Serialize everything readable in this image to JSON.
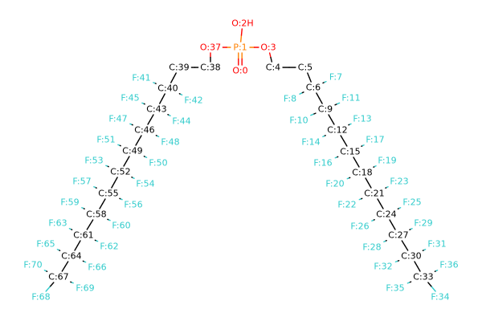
{
  "colors": {
    "carbon": "#000000",
    "fluorine": "#33CCCC",
    "oxygen": "#FF0000",
    "phosphorus": "#FF8000",
    "background": "#FFFFFF"
  },
  "atoms": [
    {
      "id": "P1",
      "label": "P:1",
      "element": "P"
    },
    {
      "id": "O0",
      "label": "O:0",
      "element": "O"
    },
    {
      "id": "O2",
      "label": "O:2H",
      "element": "O"
    },
    {
      "id": "O3",
      "label": "O:3",
      "element": "O"
    },
    {
      "id": "O37",
      "label": "O:37",
      "element": "O"
    },
    {
      "id": "C4",
      "label": "C:4",
      "element": "C"
    },
    {
      "id": "C5",
      "label": "C:5",
      "element": "C"
    },
    {
      "id": "C6",
      "label": "C:6",
      "element": "C"
    },
    {
      "id": "F7",
      "label": "F:7",
      "element": "F"
    },
    {
      "id": "F8",
      "label": "F:8",
      "element": "F"
    },
    {
      "id": "C9",
      "label": "C:9",
      "element": "C"
    },
    {
      "id": "F10",
      "label": "F:10",
      "element": "F"
    },
    {
      "id": "F11",
      "label": "F:11",
      "element": "F"
    },
    {
      "id": "C12",
      "label": "C:12",
      "element": "C"
    },
    {
      "id": "F13",
      "label": "F:13",
      "element": "F"
    },
    {
      "id": "F14",
      "label": "F:14",
      "element": "F"
    },
    {
      "id": "C15",
      "label": "C:15",
      "element": "C"
    },
    {
      "id": "F16",
      "label": "F:16",
      "element": "F"
    },
    {
      "id": "F17",
      "label": "F:17",
      "element": "F"
    },
    {
      "id": "C18",
      "label": "C:18",
      "element": "C"
    },
    {
      "id": "F19",
      "label": "F:19",
      "element": "F"
    },
    {
      "id": "F20",
      "label": "F:20",
      "element": "F"
    },
    {
      "id": "C21",
      "label": "C:21",
      "element": "C"
    },
    {
      "id": "F22",
      "label": "F:22",
      "element": "F"
    },
    {
      "id": "F23",
      "label": "F:23",
      "element": "F"
    },
    {
      "id": "C24",
      "label": "C:24",
      "element": "C"
    },
    {
      "id": "F25",
      "label": "F:25",
      "element": "F"
    },
    {
      "id": "F26",
      "label": "F:26",
      "element": "F"
    },
    {
      "id": "C27",
      "label": "C:27",
      "element": "C"
    },
    {
      "id": "F28",
      "label": "F:28",
      "element": "F"
    },
    {
      "id": "F29",
      "label": "F:29",
      "element": "F"
    },
    {
      "id": "C30",
      "label": "C:30",
      "element": "C"
    },
    {
      "id": "F31",
      "label": "F:31",
      "element": "F"
    },
    {
      "id": "F32",
      "label": "F:32",
      "element": "F"
    },
    {
      "id": "C33",
      "label": "C:33",
      "element": "C"
    },
    {
      "id": "F34",
      "label": "F:34",
      "element": "F"
    },
    {
      "id": "F35",
      "label": "F:35",
      "element": "F"
    },
    {
      "id": "F36",
      "label": "F:36",
      "element": "F"
    },
    {
      "id": "C38",
      "label": "C:38",
      "element": "C"
    },
    {
      "id": "C39",
      "label": "C:39",
      "element": "C"
    },
    {
      "id": "C40",
      "label": "C:40",
      "element": "C"
    },
    {
      "id": "F41",
      "label": "F:41",
      "element": "F"
    },
    {
      "id": "F42",
      "label": "F:42",
      "element": "F"
    },
    {
      "id": "C43",
      "label": "C:43",
      "element": "C"
    },
    {
      "id": "F44",
      "label": "F:44",
      "element": "F"
    },
    {
      "id": "F45",
      "label": "F:45",
      "element": "F"
    },
    {
      "id": "C46",
      "label": "C:46",
      "element": "C"
    },
    {
      "id": "F47",
      "label": "F:47",
      "element": "F"
    },
    {
      "id": "F48",
      "label": "F:48",
      "element": "F"
    },
    {
      "id": "C49",
      "label": "C:49",
      "element": "C"
    },
    {
      "id": "F50",
      "label": "F:50",
      "element": "F"
    },
    {
      "id": "F51",
      "label": "F:51",
      "element": "F"
    },
    {
      "id": "C52",
      "label": "C:52",
      "element": "C"
    },
    {
      "id": "F53",
      "label": "F:53",
      "element": "F"
    },
    {
      "id": "F54",
      "label": "F:54",
      "element": "F"
    },
    {
      "id": "C55",
      "label": "C:55",
      "element": "C"
    },
    {
      "id": "F56",
      "label": "F:56",
      "element": "F"
    },
    {
      "id": "F57",
      "label": "F:57",
      "element": "F"
    },
    {
      "id": "C58",
      "label": "C:58",
      "element": "C"
    },
    {
      "id": "F59",
      "label": "F:59",
      "element": "F"
    },
    {
      "id": "F60",
      "label": "F:60",
      "element": "F"
    },
    {
      "id": "C61",
      "label": "C:61",
      "element": "C"
    },
    {
      "id": "F62",
      "label": "F:62",
      "element": "F"
    },
    {
      "id": "F63",
      "label": "F:63",
      "element": "F"
    },
    {
      "id": "C64",
      "label": "C:64",
      "element": "C"
    },
    {
      "id": "F65",
      "label": "F:65",
      "element": "F"
    },
    {
      "id": "F66",
      "label": "F:66",
      "element": "F"
    },
    {
      "id": "C67",
      "label": "C:67",
      "element": "C"
    },
    {
      "id": "F68",
      "label": "F:68",
      "element": "F"
    },
    {
      "id": "F69",
      "label": "F:69",
      "element": "F"
    },
    {
      "id": "F70",
      "label": "F:70",
      "element": "F"
    }
  ],
  "bonds": [
    {
      "a": "P1",
      "b": "O0",
      "order": 2
    },
    {
      "a": "P1",
      "b": "O2",
      "order": 1
    },
    {
      "a": "P1",
      "b": "O3",
      "order": 1
    },
    {
      "a": "P1",
      "b": "O37",
      "order": 1
    },
    {
      "a": "O3",
      "b": "C4",
      "order": 1
    },
    {
      "a": "C4",
      "b": "C5",
      "order": 1
    },
    {
      "a": "C5",
      "b": "C6",
      "order": 1
    },
    {
      "a": "C6",
      "b": "F7",
      "order": 1
    },
    {
      "a": "C6",
      "b": "F8",
      "order": 1
    },
    {
      "a": "C6",
      "b": "C9",
      "order": 1
    },
    {
      "a": "C9",
      "b": "F10",
      "order": 1
    },
    {
      "a": "C9",
      "b": "F11",
      "order": 1
    },
    {
      "a": "C9",
      "b": "C12",
      "order": 1
    },
    {
      "a": "C12",
      "b": "F13",
      "order": 1
    },
    {
      "a": "C12",
      "b": "F14",
      "order": 1
    },
    {
      "a": "C12",
      "b": "C15",
      "order": 1
    },
    {
      "a": "C15",
      "b": "F16",
      "order": 1
    },
    {
      "a": "C15",
      "b": "F17",
      "order": 1
    },
    {
      "a": "C15",
      "b": "C18",
      "order": 1
    },
    {
      "a": "C18",
      "b": "F19",
      "order": 1
    },
    {
      "a": "C18",
      "b": "F20",
      "order": 1
    },
    {
      "a": "C18",
      "b": "C21",
      "order": 1
    },
    {
      "a": "C21",
      "b": "F22",
      "order": 1
    },
    {
      "a": "C21",
      "b": "F23",
      "order": 1
    },
    {
      "a": "C21",
      "b": "C24",
      "order": 1
    },
    {
      "a": "C24",
      "b": "F25",
      "order": 1
    },
    {
      "a": "C24",
      "b": "F26",
      "order": 1
    },
    {
      "a": "C24",
      "b": "C27",
      "order": 1
    },
    {
      "a": "C27",
      "b": "F28",
      "order": 1
    },
    {
      "a": "C27",
      "b": "F29",
      "order": 1
    },
    {
      "a": "C27",
      "b": "C30",
      "order": 1
    },
    {
      "a": "C30",
      "b": "F31",
      "order": 1
    },
    {
      "a": "C30",
      "b": "F32",
      "order": 1
    },
    {
      "a": "C30",
      "b": "C33",
      "order": 1
    },
    {
      "a": "C33",
      "b": "F34",
      "order": 1
    },
    {
      "a": "C33",
      "b": "F35",
      "order": 1
    },
    {
      "a": "C33",
      "b": "F36",
      "order": 1
    },
    {
      "a": "O37",
      "b": "C38",
      "order": 1
    },
    {
      "a": "C38",
      "b": "C39",
      "order": 1
    },
    {
      "a": "C39",
      "b": "C40",
      "order": 1
    },
    {
      "a": "C40",
      "b": "F41",
      "order": 1
    },
    {
      "a": "C40",
      "b": "F42",
      "order": 1
    },
    {
      "a": "C40",
      "b": "C43",
      "order": 1
    },
    {
      "a": "C43",
      "b": "F44",
      "order": 1
    },
    {
      "a": "C43",
      "b": "F45",
      "order": 1
    },
    {
      "a": "C43",
      "b": "C46",
      "order": 1
    },
    {
      "a": "C46",
      "b": "F47",
      "order": 1
    },
    {
      "a": "C46",
      "b": "F48",
      "order": 1
    },
    {
      "a": "C46",
      "b": "C49",
      "order": 1
    },
    {
      "a": "C49",
      "b": "F50",
      "order": 1
    },
    {
      "a": "C49",
      "b": "F51",
      "order": 1
    },
    {
      "a": "C49",
      "b": "C52",
      "order": 1
    },
    {
      "a": "C52",
      "b": "F53",
      "order": 1
    },
    {
      "a": "C52",
      "b": "F54",
      "order": 1
    },
    {
      "a": "C52",
      "b": "C55",
      "order": 1
    },
    {
      "a": "C55",
      "b": "F56",
      "order": 1
    },
    {
      "a": "C55",
      "b": "F57",
      "order": 1
    },
    {
      "a": "C55",
      "b": "C58",
      "order": 1
    },
    {
      "a": "C58",
      "b": "F59",
      "order": 1
    },
    {
      "a": "C58",
      "b": "F60",
      "order": 1
    },
    {
      "a": "C58",
      "b": "C61",
      "order": 1
    },
    {
      "a": "C61",
      "b": "F62",
      "order": 1
    },
    {
      "a": "C61",
      "b": "F63",
      "order": 1
    },
    {
      "a": "C61",
      "b": "C64",
      "order": 1
    },
    {
      "a": "C64",
      "b": "F65",
      "order": 1
    },
    {
      "a": "C64",
      "b": "F66",
      "order": 1
    },
    {
      "a": "C64",
      "b": "C67",
      "order": 1
    },
    {
      "a": "C67",
      "b": "F68",
      "order": 1
    },
    {
      "a": "C67",
      "b": "F69",
      "order": 1
    },
    {
      "a": "C67",
      "b": "F70",
      "order": 1
    }
  ]
}
